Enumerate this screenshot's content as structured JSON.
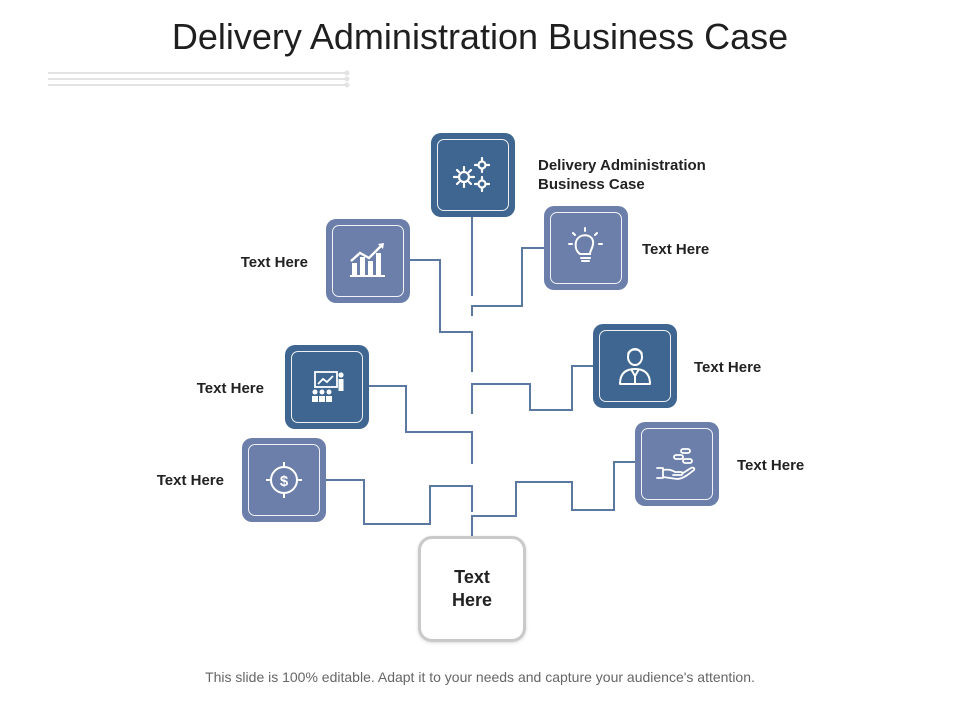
{
  "slide": {
    "title": "Delivery Administration Business Case",
    "footer": "This slide is 100% editable. Adapt it to your needs and capture your audience's attention."
  },
  "center": {
    "label": "Text\nHere"
  },
  "nodes": [
    {
      "label": "Delivery Administration\nBusiness Case",
      "icon": "gears-icon"
    },
    {
      "label": "Text Here",
      "icon": "bar-chart-icon"
    },
    {
      "label": "Text Here",
      "icon": "lightbulb-icon"
    },
    {
      "label": "Text Here",
      "icon": "presentation-icon"
    },
    {
      "label": "Text Here",
      "icon": "businessman-icon"
    },
    {
      "label": "Text Here",
      "icon": "dollar-target-icon"
    },
    {
      "label": "Text Here",
      "icon": "hand-coins-icon"
    }
  ],
  "colors": {
    "dark_tile": "#3e6690",
    "light_tile": "#6b7faa",
    "connector": "#5a78a0"
  }
}
